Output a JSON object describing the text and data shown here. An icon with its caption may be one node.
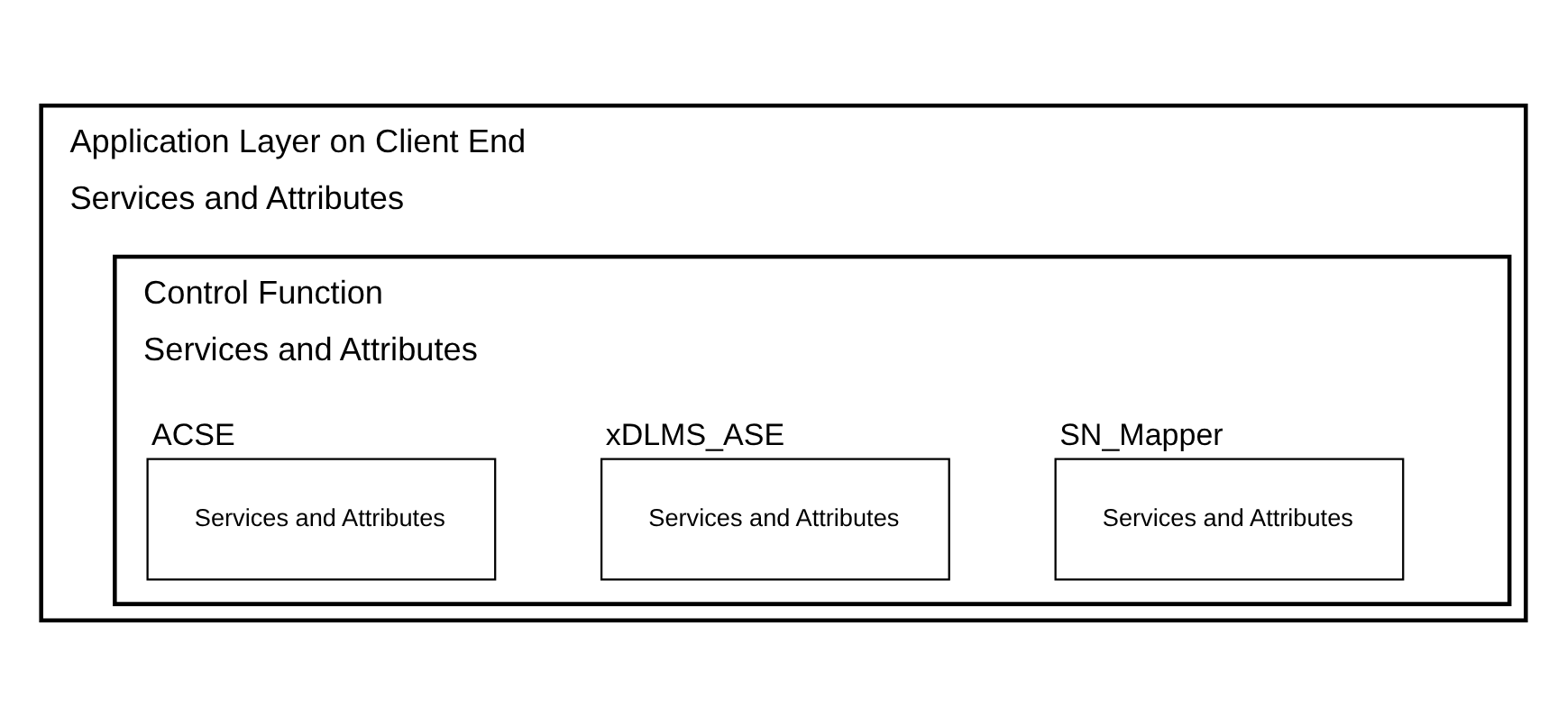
{
  "diagram": {
    "nodes": [
      {
        "text": [
          "Application Layer on Client End",
          "Services and Attributes"
        ]
      },
      {
        "text": [
          "Control Function",
          "Services and Attributes"
        ],
        "in": 0
      },
      {
        "text": [
          "SN_Mapper",
          "Services and Attributes"
        ],
        "in": 1
      },
      {
        "text": [
          "xDLMS_ASE",
          "Services and Attributes"
        ],
        "in": 1
      },
      {
        "text": [
          "ACSE",
          "Services and Attributes"
        ],
        "in": 1
      }
    ],
    "edges": []
  }
}
